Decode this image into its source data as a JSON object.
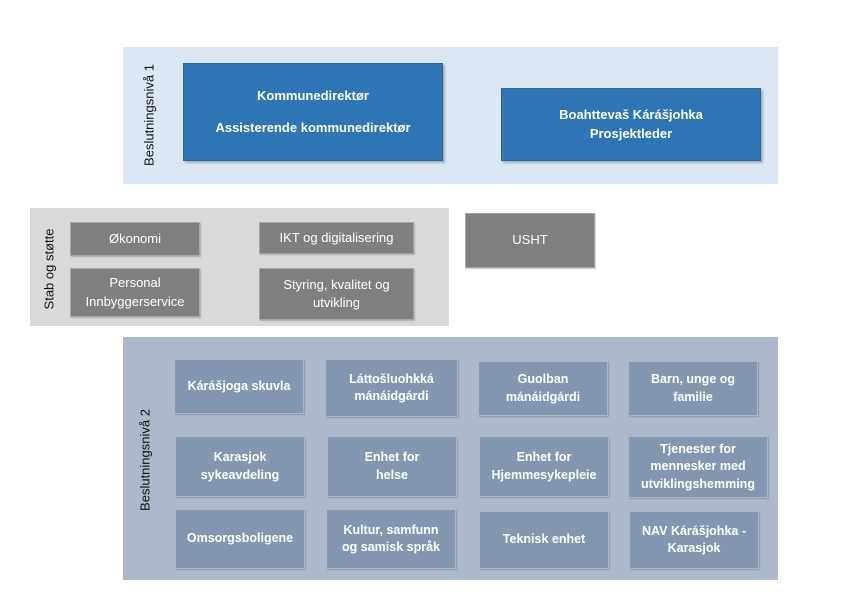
{
  "level1": {
    "label": "Beslutningsnivå 1",
    "director_line1": "Kommunedirektør",
    "director_line2": "Assisterende kommunedirektør",
    "project_line1": "Boahttevaš Kárášjohka",
    "project_line2": "Prosjektleder"
  },
  "staff": {
    "label": "Stab og støtte",
    "okonomi": "Økonomi",
    "ikt": "IKT og digitalisering",
    "personal_line1": "Personal",
    "personal_line2": "Innbyggerservice",
    "styring_line1": "Styring, kvalitet og",
    "styring_line2": "utvikling"
  },
  "usht": "USHT",
  "level2": {
    "label": "Beslutningsnivå 2",
    "units": [
      {
        "line1": "Kárášjoga skuvla",
        "line2": "",
        "line3": ""
      },
      {
        "line1": "Láttošluohkká",
        "line2": "mánáidgárdi",
        "line3": ""
      },
      {
        "line1": "Guolban",
        "line2": "mánáidgárdi",
        "line3": ""
      },
      {
        "line1": "Barn, unge og",
        "line2": "familie",
        "line3": ""
      },
      {
        "line1": "Karasjok",
        "line2": "sykeavdeling",
        "line3": ""
      },
      {
        "line1": "Enhet for",
        "line2": "helse",
        "line3": ""
      },
      {
        "line1": "Enhet for",
        "line2": "Hjemmesykepleie",
        "line3": ""
      },
      {
        "line1": "Tjenester for",
        "line2": "mennesker med",
        "line3": "utviklingshemming"
      },
      {
        "line1": "Omsorgsboligene",
        "line2": "",
        "line3": ""
      },
      {
        "line1": "Kultur, samfunn",
        "line2": "og samisk språk",
        "line3": ""
      },
      {
        "line1": "Teknisk enhet",
        "line2": "",
        "line3": ""
      },
      {
        "line1": "NAV Kárášjohka -",
        "line2": "Karasjok",
        "line3": ""
      }
    ]
  },
  "colors": {
    "level1_bg": "#dce7f4",
    "blue_box": "#2e75b6",
    "staff_bg": "#d9d9d9",
    "gray_box": "#7f7f7f",
    "level2_bg": "#adb9ca",
    "unit_box": "#8497b0"
  }
}
